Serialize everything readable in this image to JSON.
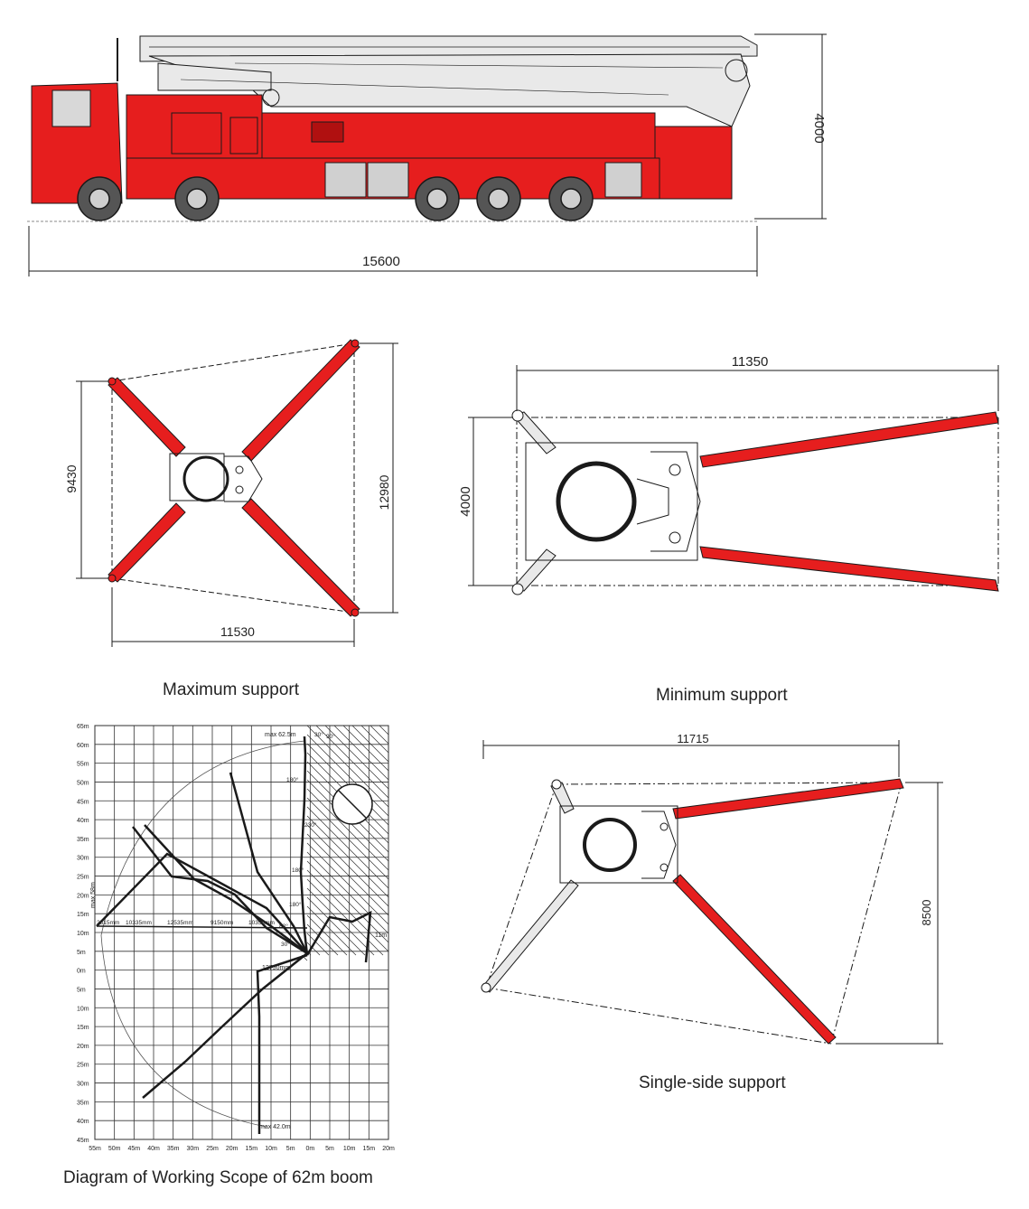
{
  "colors": {
    "red": "#e61e1e",
    "dark_red": "#b01010",
    "line": "#1a1a1a",
    "boom_grey": "#e9e9e9",
    "tyre": "#555555"
  },
  "side_view": {
    "length_dim": "15600",
    "height_dim": "4000"
  },
  "max_support": {
    "caption": "Maximum support",
    "width_dim": "11530",
    "front_span_dim": "9430",
    "rear_span_dim": "12980"
  },
  "min_support": {
    "caption": "Minimum support",
    "length_dim": "11350",
    "width_dim": "4000"
  },
  "single_side": {
    "caption": "Single-side support",
    "length_dim": "11715",
    "height_dim": "8500"
  },
  "working_scope": {
    "caption": "Diagram of Working Scope of 62m boom",
    "y_ticks": [
      "65m",
      "60m",
      "55m",
      "50m",
      "45m",
      "40m",
      "35m",
      "30m",
      "25m",
      "20m",
      "15m",
      "10m",
      "5m",
      "0m",
      "5m",
      "10m",
      "15m",
      "20m",
      "25m",
      "30m",
      "35m",
      "40m",
      "45m"
    ],
    "x_ticks": [
      "55m",
      "50m",
      "45m",
      "40m",
      "35m",
      "30m",
      "25m",
      "20m",
      "15m",
      "10m",
      "5m",
      "0m",
      "5m",
      "10m",
      "15m",
      "20m"
    ],
    "annotations": {
      "max_height": "max 62.5m",
      "max_depth": "max 42.0m",
      "max_radius": "max 58m",
      "reach_segments": [
        "2515mm",
        "10335mm",
        "12535mm",
        "9150mm",
        "10350mm"
      ],
      "min_unfold": "12750mm",
      "clearance": "11m",
      "angles": [
        "90°",
        "180°",
        "180°",
        "180°",
        "230°",
        "30°",
        "88°",
        "30°"
      ]
    }
  }
}
